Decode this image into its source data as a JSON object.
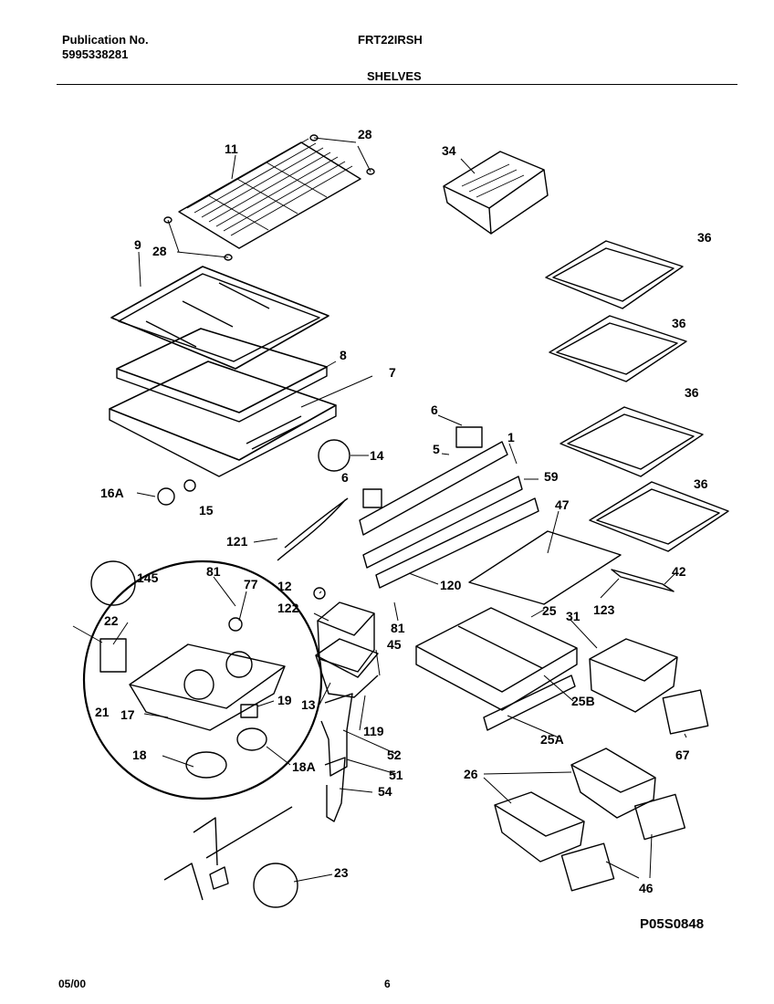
{
  "header": {
    "publication_label": "Publication No.",
    "publication_number": "5995338281",
    "model": "FRT22IRSH",
    "section": "SHELVES"
  },
  "labels": {
    "l11": "11",
    "l28a": "28",
    "l28b": "28",
    "l34": "34",
    "l9": "9",
    "l36a": "36",
    "l36b": "36",
    "l36c": "36",
    "l36d": "36",
    "l8": "8",
    "l7": "7",
    "l6a": "6",
    "l6b": "6",
    "l5": "5",
    "l1": "1",
    "l59": "59",
    "l14": "14",
    "l16A": "16A",
    "l15": "15",
    "l47": "47",
    "l121": "121",
    "l145": "145",
    "l81a": "81",
    "l77": "77",
    "l12": "12",
    "l120": "120",
    "l42": "42",
    "l122": "122",
    "l25": "25",
    "l31": "31",
    "l123": "123",
    "l22": "22",
    "l81b": "81",
    "l45": "45",
    "l13": "13",
    "l19": "19",
    "l25B": "25B",
    "l21": "21",
    "l17": "17",
    "l119": "119",
    "l25A": "25A",
    "l67": "67",
    "l52": "52",
    "l18": "18",
    "l18A": "18A",
    "l51": "51",
    "l26": "26",
    "l54": "54",
    "l23": "23",
    "l46": "46"
  },
  "footer": {
    "date": "05/00",
    "page": "6",
    "diagram_code": "P05S0848"
  }
}
